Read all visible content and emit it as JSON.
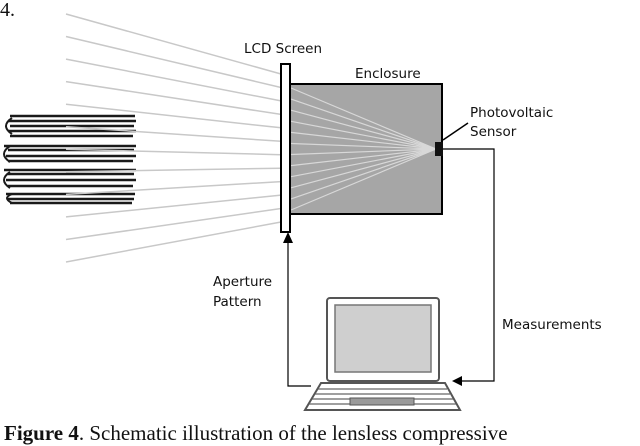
{
  "page_number": "4.",
  "labels": {
    "lcd_screen": "LCD Screen",
    "enclosure": "Enclosure",
    "photovoltaic": "Photovoltaic",
    "sensor": "Sensor",
    "aperture": "Aperture",
    "pattern": "Pattern",
    "measurements": "Measurements"
  },
  "caption": {
    "fig_label": "Figure 4",
    "text": ". Schematic illustration of the lensless compressive"
  },
  "colors": {
    "enclosure_fill": "#a6a6a6",
    "rays": "#c8c8c8",
    "laptop_screen": "#cfcfcf",
    "laptop_frame": "#777777"
  }
}
